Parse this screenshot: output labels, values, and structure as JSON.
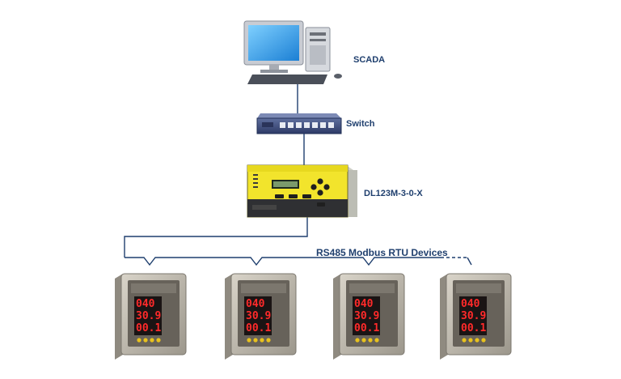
{
  "labels": {
    "scada": "SCADA",
    "switch": "Switch",
    "gateway": "DL123M-3-0-X",
    "bus": "RS485 Modbus RTU Devices"
  },
  "meter_readings": [
    "040",
    "30.9",
    "00.1"
  ],
  "colors": {
    "line": "#1f3f6e",
    "gateway_body": "#f2e42c",
    "led_red": "#ff2a2a",
    "meter_case": "#bdb8ad"
  }
}
